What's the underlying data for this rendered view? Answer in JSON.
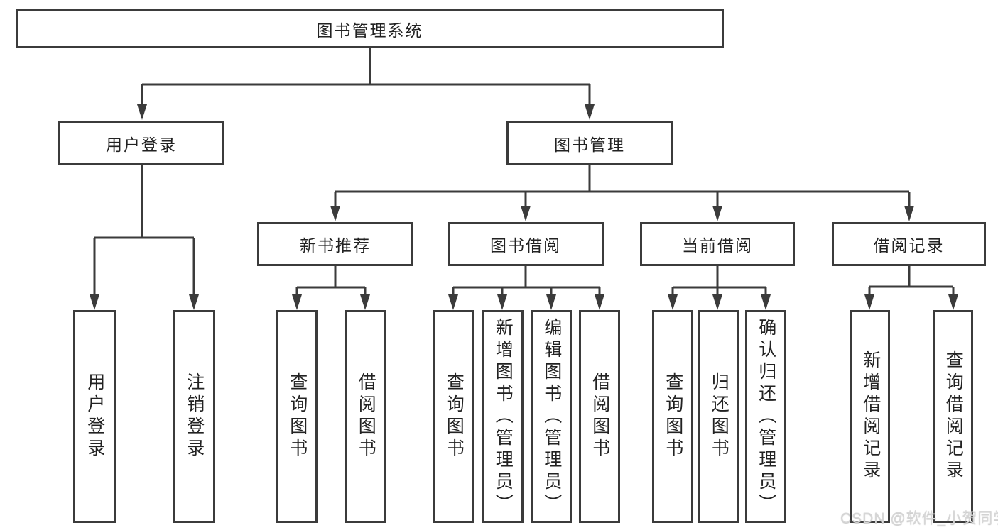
{
  "tree": {
    "root": {
      "label": "图书管理系统"
    },
    "login": {
      "label": "用户登录",
      "children": [
        {
          "label": "用户登录"
        },
        {
          "label": "注销登录"
        }
      ]
    },
    "manage": {
      "label": "图书管理",
      "sections": [
        {
          "label": "新书推荐",
          "children": [
            {
              "label": "查询图书"
            },
            {
              "label": "借阅图书"
            }
          ]
        },
        {
          "label": "图书借阅",
          "children": [
            {
              "label": "查询图书"
            },
            {
              "label": "新增图书（管理员）"
            },
            {
              "label": "编辑图书（管理员）"
            },
            {
              "label": "借阅图书"
            }
          ]
        },
        {
          "label": "当前借阅",
          "children": [
            {
              "label": "查询图书"
            },
            {
              "label": "归还图书"
            },
            {
              "label": "确认归还（管理员）"
            }
          ]
        },
        {
          "label": "借阅记录",
          "children": [
            {
              "label": "新增借阅记录"
            },
            {
              "label": "查询借阅记录"
            }
          ]
        }
      ]
    }
  },
  "watermark": "CSDN @软件_小贺同学",
  "colors": {
    "line": "#3b3b3b",
    "text": "#222222",
    "background": "#ffffff",
    "watermark": "#d7d7d7"
  }
}
